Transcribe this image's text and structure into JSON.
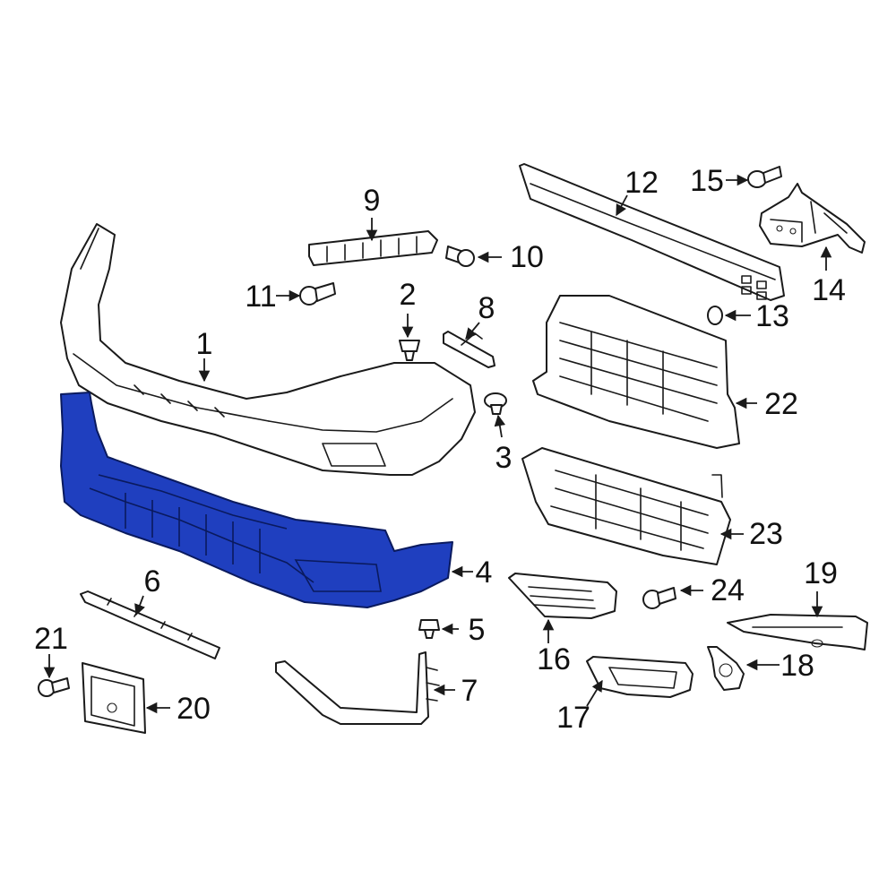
{
  "accent_color": "#1f3fbf",
  "highlighted_part": "4",
  "callouts": {
    "c1": "1",
    "c2": "2",
    "c3": "3",
    "c4": "4",
    "c5": "5",
    "c6": "6",
    "c7": "7",
    "c8": "8",
    "c9": "9",
    "c10": "10",
    "c11": "11",
    "c12": "12",
    "c13": "13",
    "c14": "14",
    "c15": "15",
    "c16": "16",
    "c17": "17",
    "c18": "18",
    "c19": "19",
    "c20": "20",
    "c21": "21",
    "c22": "22",
    "c23": "23",
    "c24": "24"
  }
}
